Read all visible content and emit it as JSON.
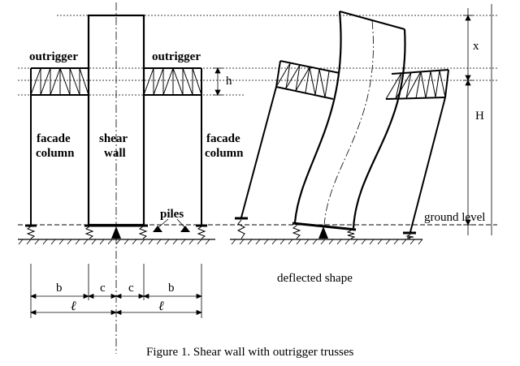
{
  "labels": {
    "outrigger_left": "outrigger",
    "outrigger_right": "outrigger",
    "facade_column_left_1": "facade",
    "facade_column_left_2": "column",
    "shear_wall_1": "shear",
    "shear_wall_2": "wall",
    "facade_column_right_1": "facade",
    "facade_column_right_2": "column",
    "piles": "piles",
    "ground_level": "ground level",
    "deflected_shape": "deflected shape"
  },
  "dimensions": {
    "h": "h",
    "x": "x",
    "H": "H",
    "b_left": "b",
    "c_left": "c",
    "c_right": "c",
    "b_right": "b",
    "ell_left": "ℓ",
    "ell_right": "ℓ"
  },
  "caption": "Figure 1.  Shear wall with outrigger trusses"
}
